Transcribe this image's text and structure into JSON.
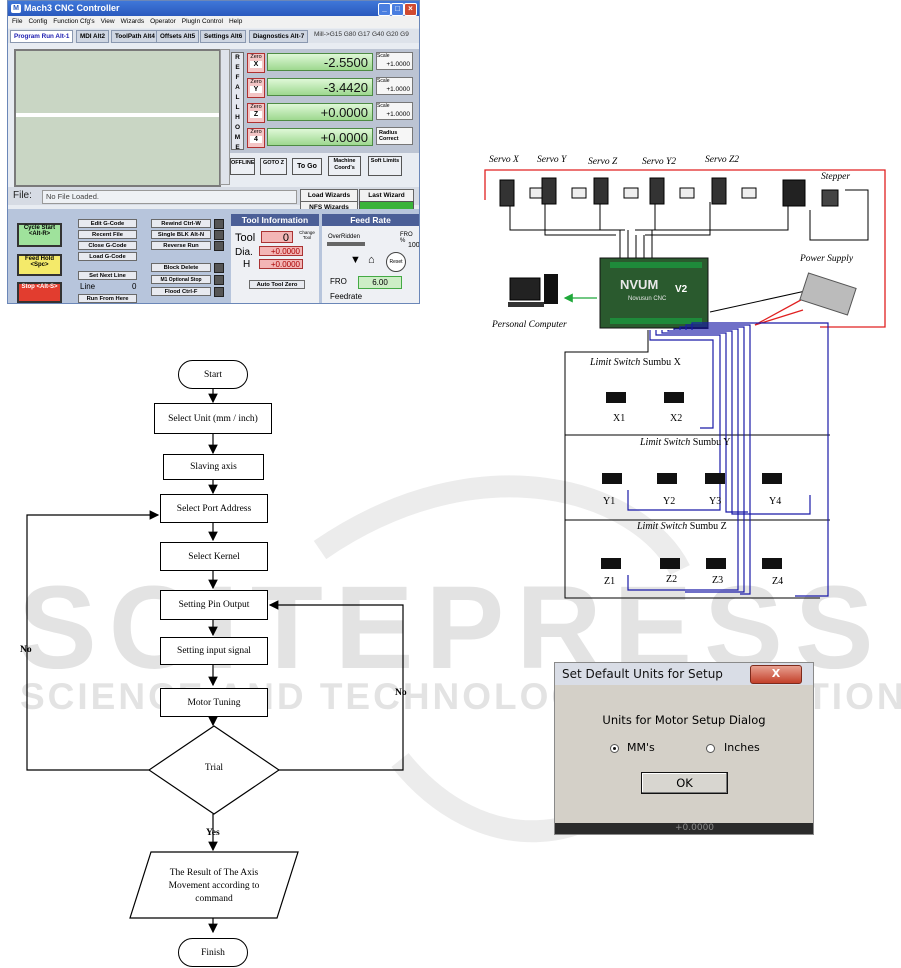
{
  "mach3": {
    "title": "Mach3 CNC Controller",
    "menu": [
      "File",
      "Config",
      "Function Cfg's",
      "View",
      "Wizards",
      "Operator",
      "PlugIn Control",
      "Help"
    ],
    "tabs": [
      "Program Run Alt-1",
      "MDI Alt2",
      "ToolPath Alt4",
      "Offsets Alt5",
      "Settings Alt6",
      "Diagnostics Alt-7"
    ],
    "gcodes": "Mill->G15  G80 G17 G40 G20 G9",
    "ref_all_home": [
      "R",
      "E",
      "F",
      "A",
      "L",
      "L",
      "H",
      "O",
      "M",
      "E"
    ],
    "axes": [
      {
        "zero": "Zero",
        "axis": "X",
        "value": "-2.5500",
        "scale_label": "Scale",
        "scale": "+1.0000"
      },
      {
        "zero": "Zero",
        "axis": "Y",
        "value": "-3.4420",
        "scale_label": "Scale",
        "scale": "+1.0000"
      },
      {
        "zero": "Zero",
        "axis": "Z",
        "value": "+0.0000",
        "scale_label": "Scale",
        "scale": "+1.0000"
      },
      {
        "zero": "Zero",
        "axis": "4",
        "value": "+0.0000",
        "scale_label": "Radius Correct",
        "scale": ""
      }
    ],
    "dro_buttons": [
      "OFFLINE",
      "GOTO Z",
      "To Go",
      "Machine Coord's",
      "Soft Limits"
    ],
    "file_label": "File:",
    "file_value": "No File Loaded.",
    "wizards": [
      "Load Wizards",
      "Last Wizard",
      "NFS Wizards"
    ],
    "cycle": [
      "Cycle Start <Alt-R>",
      "Feed Hold <Spc>",
      "Stop <Alt-S>"
    ],
    "gcode_buttons": [
      "Edit G-Code",
      "Recent File",
      "Close G-Code",
      "Load G-Code",
      "Set Next Line",
      "Run From Here"
    ],
    "line_label": "Line",
    "line_value": "0",
    "right_buttons": [
      "Rewind Ctrl-W",
      "Single BLK Alt-N",
      "Reverse Run",
      "Block Delete",
      "M1 Optional Stop",
      "Flood Ctrl-F"
    ],
    "tool_info": {
      "header": "Tool Information",
      "tool_label": "Tool",
      "tool_value": "0",
      "change": "Change Tool",
      "dia_label": "Dia.",
      "dia_value": "+0.0000",
      "h_label": "H",
      "h_value": "+0.0000",
      "auto": "Auto Tool Zero"
    },
    "feed_rate": {
      "header": "Feed Rate",
      "overridden": "OverRidden",
      "fro_pct_label": "FRO %",
      "fro_pct_value": "100",
      "reset": "Reset",
      "fro_label": "FRO",
      "fro_value": "6.00",
      "feedrate": "Feedrate"
    }
  },
  "flowchart": {
    "start": "Start",
    "steps": [
      "Select Unit (mm / inch)",
      "Slaving axis",
      "Select Port Address",
      "Select Kernel",
      "Setting  Pin Output",
      "Setting input signal",
      "Motor Tuning"
    ],
    "decision": "Trial",
    "no_left": "No",
    "no_right": "No",
    "yes": "Yes",
    "result": "The Result of  The Axis Movement according  to command",
    "finish": "Finish"
  },
  "wiring": {
    "servos": [
      "Servo X",
      "Servo Y",
      "Servo Z",
      "Servo Y2",
      "Servo Z2"
    ],
    "stepper": "Stepper",
    "power_supply": "Power Supply",
    "pc": "Personal Computer",
    "board_name": "NVUM",
    "board_sub": "Novusun CNC",
    "board_v": "V2",
    "limit_x_title_italic": "Limit Switch",
    "limit_x_title_rest": " Sumbu X",
    "limit_y_title_italic": "Limit Switch",
    "limit_y_title_rest": " Sumbu Y",
    "limit_z_title_italic": "Limit Switch",
    "limit_z_title_rest": " Sumbu Z",
    "switches_x": [
      "X1",
      "X2"
    ],
    "switches_y": [
      "Y1",
      "Y2",
      "Y3",
      "Y4"
    ],
    "switches_z": [
      "Z1",
      "Z2",
      "Z3",
      "Z4"
    ],
    "colors": {
      "power": "#e02020",
      "signal": "#1a1aa8",
      "data": "#1fa83a",
      "wire": "#000000"
    }
  },
  "dialog": {
    "title": "Set Default Units for Setup",
    "close": "X",
    "message": "Units for Motor Setup Dialog",
    "options": [
      "MM's",
      "Inches"
    ],
    "selected": "MM's",
    "ok": "OK",
    "bottom_text": "+0.0000"
  },
  "watermark": {
    "line1": "SCITEPRESS",
    "line2": "SCIENCE AND TECHNOLOGY PUBLICATIONS"
  }
}
